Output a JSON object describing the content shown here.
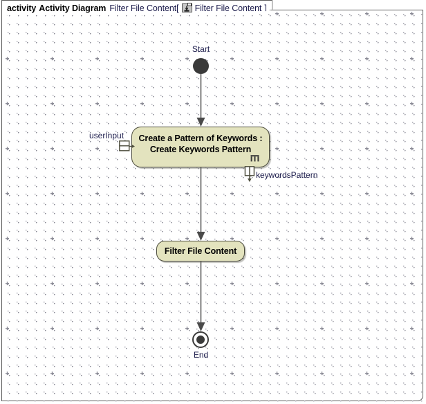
{
  "header": {
    "kind": "activity",
    "type": "Activity Diagram",
    "name": "Filter File Content",
    "bracket_open": "[",
    "icon": "activity-diagram-icon",
    "behavior": "Filter File Content",
    "bracket_close": "]"
  },
  "diagram": {
    "type": "uml-activity-diagram",
    "background": "#ffffff",
    "grid": "dotted",
    "node_fill": "#e3e3be",
    "node_border": "#4c4c3c",
    "edge_color": "#5a5a5a",
    "label_color": "#1a1a4a",
    "nodes": {
      "start": {
        "label": "Start",
        "shape": "initial-node"
      },
      "create_pattern": {
        "line1": "Create a Pattern of Keywords :",
        "line2": "Create Keywords Pattern",
        "shape": "call-behavior-action",
        "marker": "rake-icon"
      },
      "filter_file": {
        "label": "Filter File Content",
        "shape": "action"
      },
      "end": {
        "label": "End",
        "shape": "final-node"
      }
    },
    "pins": {
      "user_input": {
        "label": "userInput",
        "kind": "input-pin"
      },
      "keywords_pattern": {
        "label": "keywordsPattern",
        "kind": "output-pin"
      }
    },
    "edges": [
      {
        "from": "start",
        "to": "create_pattern"
      },
      {
        "from": "create_pattern",
        "to": "filter_file"
      },
      {
        "from": "filter_file",
        "to": "end"
      }
    ]
  }
}
